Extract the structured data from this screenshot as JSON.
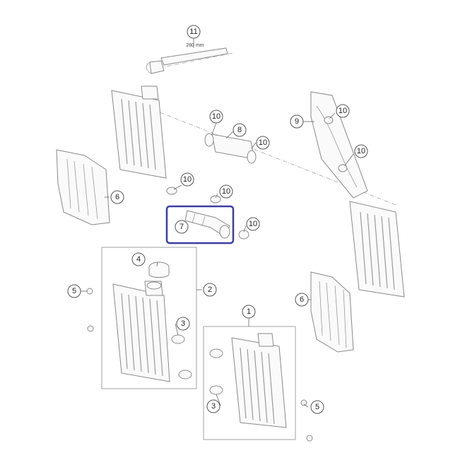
{
  "callouts": {
    "c11": "11",
    "c10a": "10",
    "c8": "8",
    "c10b": "10",
    "c9": "9",
    "c10c": "10",
    "c10d": "10",
    "c10e": "10",
    "c6a": "6",
    "c10f": "10",
    "c7": "7",
    "c10g": "10",
    "c4": "4",
    "c5a": "5",
    "c2": "2",
    "c3a": "3",
    "c6b": "6",
    "c1": "1",
    "c3b": "3",
    "c5b": "5"
  },
  "hose_length": "280 mm",
  "colors": {
    "highlight": "#3c3fa0",
    "line": "#8a8a8a"
  }
}
